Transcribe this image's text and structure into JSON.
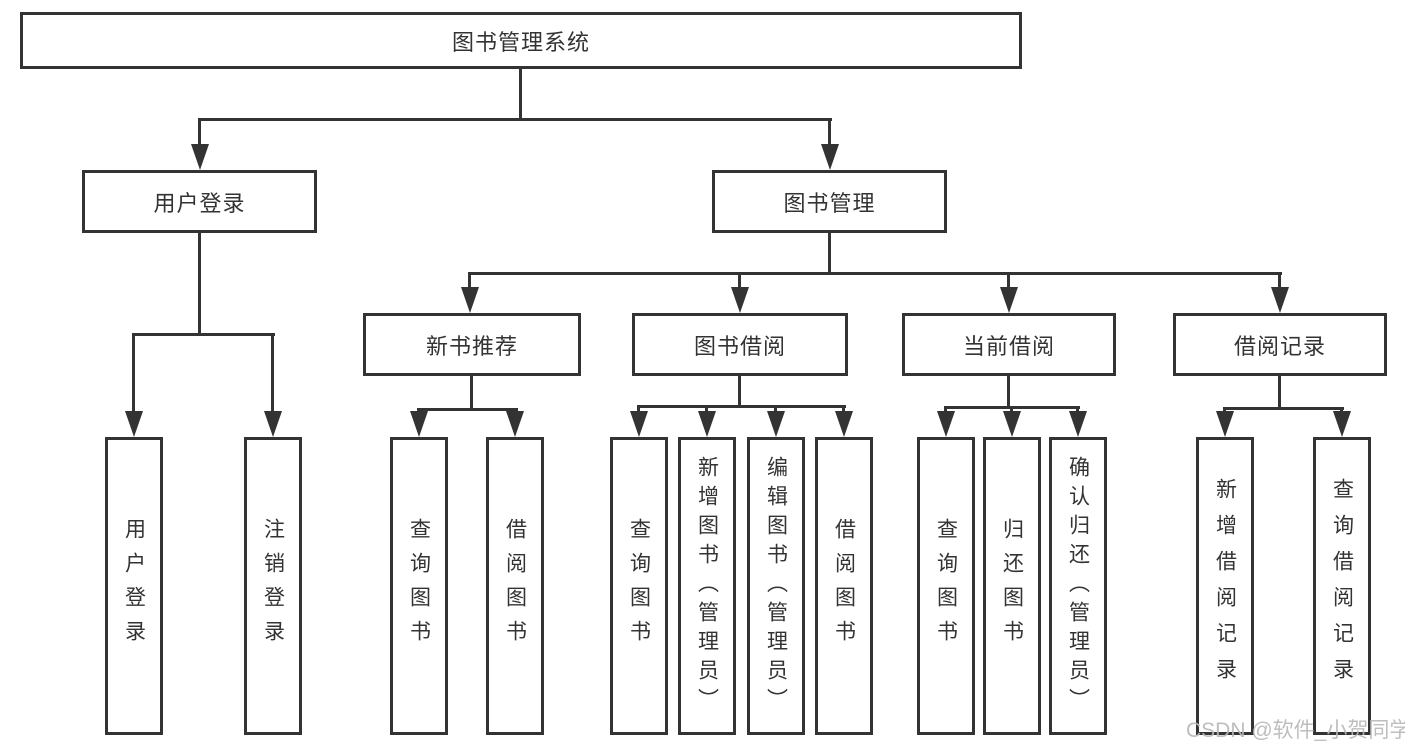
{
  "tree": {
    "label": "图书管理系统",
    "children": [
      {
        "label": "用户登录",
        "children": [
          {
            "label": "用户登录"
          },
          {
            "label": "注销登录"
          }
        ]
      },
      {
        "label": "图书管理",
        "children": [
          {
            "label": "新书推荐",
            "children": [
              {
                "label": "查询图书"
              },
              {
                "label": "借阅图书"
              }
            ]
          },
          {
            "label": "图书借阅",
            "children": [
              {
                "label": "查询图书"
              },
              {
                "label": "新增图书（管理员）"
              },
              {
                "label": "编辑图书（管理员）"
              },
              {
                "label": "借阅图书"
              }
            ]
          },
          {
            "label": "当前借阅",
            "children": [
              {
                "label": "查询图书"
              },
              {
                "label": "归还图书"
              },
              {
                "label": "确认归还（管理员）"
              }
            ]
          },
          {
            "label": "借阅记录",
            "children": [
              {
                "label": "新增借阅记录"
              },
              {
                "label": "查询借阅记录"
              }
            ]
          }
        ]
      }
    ]
  },
  "watermark": "CSDN @软件_小贺同学",
  "colors": {
    "line": "#333333",
    "text": "#333333",
    "box_background": "#ffffff",
    "watermark": "#b9b9b9"
  }
}
